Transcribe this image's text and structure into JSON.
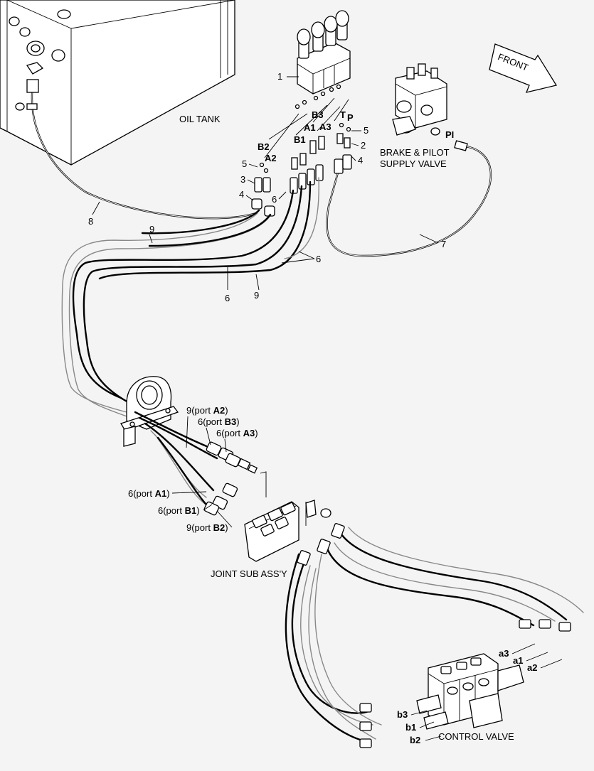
{
  "labels": {
    "oil_tank": "OIL TANK",
    "front": "FRONT",
    "brake_pilot_line1": "BRAKE & PILOT",
    "brake_pilot_line2": "SUPPLY VALVE",
    "pi": "PI",
    "joint_sub_assy": "JOINT SUB ASS'Y",
    "control_valve": "CONTROL VALVE"
  },
  "callouts": {
    "n1": "1",
    "n2": "2",
    "n3": "3",
    "n4a": "4",
    "n4b": "4",
    "n5a": "5",
    "n5b": "5",
    "n6a": "6",
    "n6b": "6",
    "n6c": "6",
    "n7": "7",
    "n8": "8",
    "n9a": "9",
    "n9b": "9"
  },
  "ports": {
    "b2": "B2",
    "a2": "A2",
    "b3": "B3",
    "a1": "A1",
    "a3": "A3",
    "b1": "B1",
    "t": "T",
    "p": "P"
  },
  "joint_callouts": [
    {
      "prefix": "9(port ",
      "port": "A2",
      "suffix": ")"
    },
    {
      "prefix": "6(port ",
      "port": "B3",
      "suffix": ")"
    },
    {
      "prefix": "6(port ",
      "port": "A3",
      "suffix": ")"
    },
    {
      "prefix": "6(port ",
      "port": "A1",
      "suffix": ")"
    },
    {
      "prefix": "6(port ",
      "port": "B1",
      "suffix": ")"
    },
    {
      "prefix": "9(port ",
      "port": "B2",
      "suffix": ")"
    }
  ],
  "valve_ports": {
    "a3": "a3",
    "a1": "a1",
    "a2": "a2",
    "b3": "b3",
    "b1": "b1",
    "b2": "b2"
  }
}
